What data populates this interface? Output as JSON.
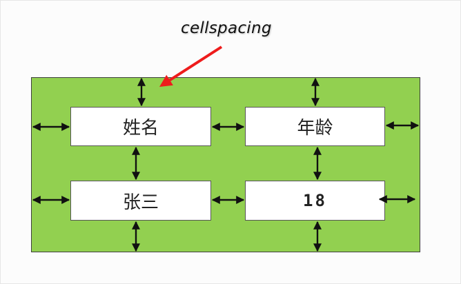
{
  "annotation": {
    "label": "cellspacing",
    "arrow_color": "#ee1c1c"
  },
  "table": {
    "background_color": "#92d050",
    "cells": [
      "姓名",
      "年龄",
      "张三",
      "18"
    ]
  }
}
